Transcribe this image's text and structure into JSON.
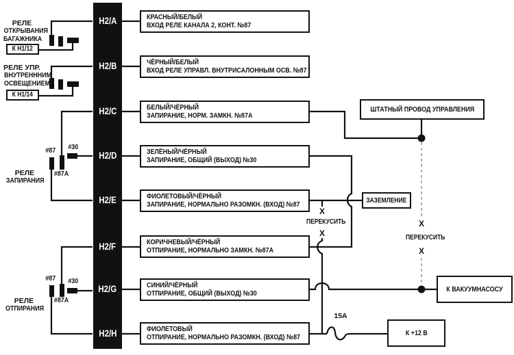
{
  "connector": {
    "pins": [
      {
        "id": "H2/A",
        "color": "КРАСНЫЙ/БЕЛЫЙ",
        "desc": "ВХОД РЕЛЕ КАНАЛА 2, КОНТ. №87"
      },
      {
        "id": "H2/B",
        "color": "ЧЁРНЫЙ/БЕЛЫЙ",
        "desc": "ВХОД РЕЛЕ УПРАВЛ. ВНУТРИСАЛОННЫМ ОСВ. №87"
      },
      {
        "id": "H2/C",
        "color": "БЕЛЫЙ/ЧЁРНЫЙ",
        "desc": "ЗАПИРАНИЕ, НОРМ. ЗАМКН. №87А"
      },
      {
        "id": "H2/D",
        "color": "ЗЕЛЁНЫЙ/ЧЁРНЫЙ",
        "desc": "ЗАПИРАНИЕ, ОБЩИЙ (ВЫХОД) №30"
      },
      {
        "id": "H2/E",
        "color": "ФИОЛЕТОВЫЙ/ЧЁРНЫЙ",
        "desc": "ЗАПИРАНИЕ, НОРМАЛЬНО РАЗОМКН. (ВХОД) №87"
      },
      {
        "id": "H2/F",
        "color": "КОРИЧНЕВЫЙ/ЧЁРНЫЙ",
        "desc": "ОТПИРАНИЕ, НОРМАЛЬНО ЗАМКН. №87А"
      },
      {
        "id": "H2/G",
        "color": "СИНИЙ/ЧЁРНЫЙ",
        "desc": "ОТПИРАНИЕ, ОБЩИЙ (ВЫХОД) №30"
      },
      {
        "id": "H2/H",
        "color": "ФИОЛЕТОВЫЙ",
        "desc": "ОТПИРАНИЕ, НОРМАЛЬНО РАЗОМКН. (ВХОД) №87"
      }
    ]
  },
  "left": {
    "trunk_relay": {
      "line1": "РЕЛЕ",
      "line2": "ОТКРЫВАНИЯ",
      "line3": "БАГАЖНИКА",
      "ref": "К Н1/12"
    },
    "interior_relay": {
      "line1": "РЕЛЕ УПР.",
      "line2": "ВНУТРЕНННИМ",
      "line3": "ОСВЕЩЕНИЕМ",
      "ref": "К Н1/14"
    },
    "lock_relay": {
      "line1": "РЕЛЕ",
      "line2": "ЗАПИРАНИЯ",
      "pin87": "#87",
      "pin30": "#30",
      "pin87a": "#87A"
    },
    "unlock_relay": {
      "line1": "РЕЛЕ",
      "line2": "ОТПИРАНИЯ",
      "pin87": "#87",
      "pin30": "#30",
      "pin87a": "#87A"
    }
  },
  "right": {
    "factory_wire": "ШТАТНЫЙ ПРОВОД УПРАВЛЕНИЯ",
    "ground": "ЗАЗЕМЛЕНИЕ",
    "vacuum_pump": "К ВАКУУМНАСОСУ",
    "plus12": "К +12 В",
    "cut_label": "ПЕРЕКУСИТЬ",
    "cut_mark": "Х",
    "fuse": "15А"
  },
  "colors": {
    "line": "#111111",
    "bar": "#111111",
    "dashed": "#999999",
    "background": "#ffffff"
  }
}
